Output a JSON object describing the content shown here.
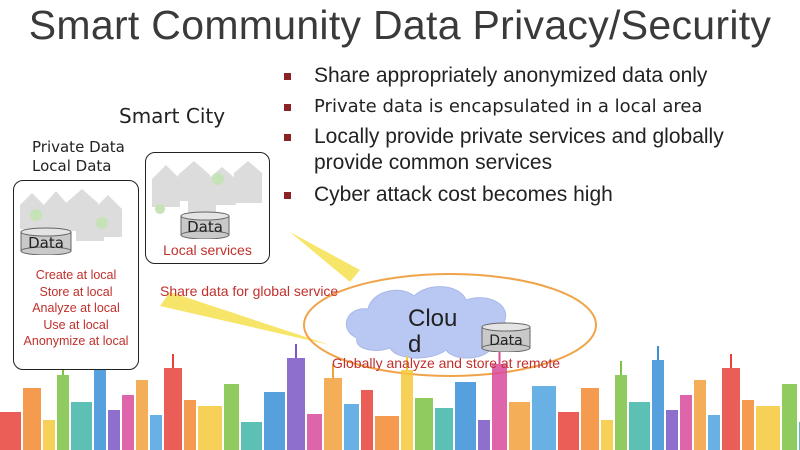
{
  "title": "Smart Community Data Privacy/Security",
  "bullets": [
    "Share appropriately anonymized data only",
    "Private data is encapsulated in a local area",
    "Locally provide private services and globally provide common services",
    "Cyber attack cost becomes high"
  ],
  "smart_city_label": "Smart City",
  "private_data_label": "Private Data",
  "local_data_label": "Local Data",
  "left_panel": {
    "db_label": "Data",
    "actions": [
      "Create at local",
      "Store at local",
      "Analyze at local",
      "Use at local",
      "Anonymize at local"
    ]
  },
  "city_panel": {
    "db_label": "Data",
    "caption": "Local services"
  },
  "share_label": "Share data for global service",
  "cloud": {
    "label": "Cloud",
    "db_label": "Data",
    "caption": "Globally analyze and store at remote"
  },
  "colors": {
    "accent_red": "#c0302c",
    "bullet_square": "#8b2324",
    "arrow_yellow": "#f7e56a",
    "cloud_fill": "#b9c8f2",
    "ring_orange": "#f0a34a"
  }
}
